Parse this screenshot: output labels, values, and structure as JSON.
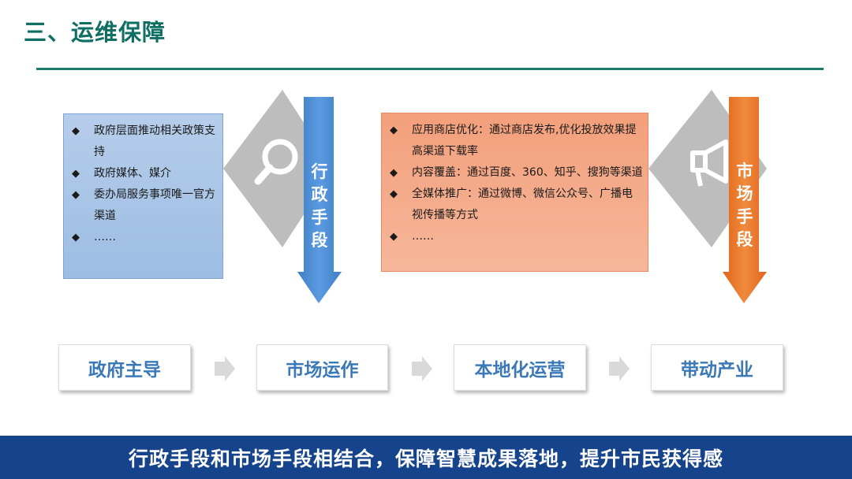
{
  "title": "三、运维保障",
  "left_box": {
    "items": [
      {
        "bullet": "◆",
        "text": "政府层面推动相关政策支持"
      },
      {
        "bullet": "◆",
        "text": "政府媒体、媒介"
      },
      {
        "bullet": "◆",
        "text": "委办局服务事项唯一官方渠道"
      },
      {
        "bullet": "◆",
        "text": "……"
      }
    ]
  },
  "left_arrow": {
    "chars": [
      "行",
      "政",
      "手",
      "段"
    ],
    "icon": "search-icon",
    "color": "#4a8ad1"
  },
  "right_box": {
    "items": [
      {
        "bullet": "◆",
        "text": "应用商店优化：通过商店发布,优化投放效果提高渠道下载率"
      },
      {
        "bullet": "◆",
        "text": "内容覆盖：通过百度、360、知乎、搜狗等渠道"
      },
      {
        "bullet": "◆",
        "text": "全媒体推广：通过微博、微信公众号、广播电视传播等方式"
      },
      {
        "bullet": "◆",
        "text": "……"
      }
    ]
  },
  "right_arrow": {
    "chars": [
      "市",
      "场",
      "手",
      "段"
    ],
    "icon": "megaphone-icon",
    "color": "#e8732a"
  },
  "steps": [
    "政府主导",
    "市场运作",
    "本地化运营",
    "带动产业"
  ],
  "banner": "行政手段和市场手段相结合，保障智慧成果落地，提升市民获得感"
}
